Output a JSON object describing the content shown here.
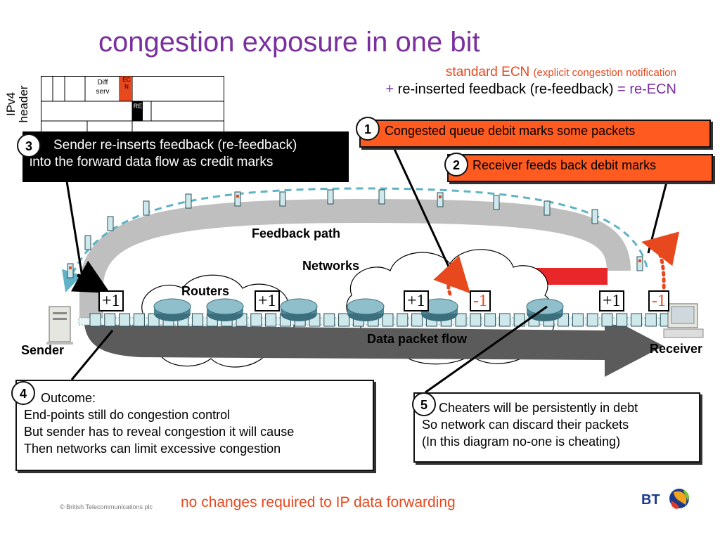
{
  "title": "congestion exposure in one bit",
  "subtitle": {
    "line1_main": "standard ECN",
    "line1_small": "(explicit congestion notification",
    "line2_plus": "+",
    "line2_text": "re-inserted feedback (re-feedback)",
    "line2_eq": "=",
    "line2_re": "re-ECN"
  },
  "ipv4": {
    "label_top": "IPv4",
    "label_bottom": "header",
    "diff": "Diff",
    "serv": "serv",
    "ecn": "ECN",
    "re": "RE"
  },
  "callouts": {
    "c1": {
      "num": "1",
      "text": "Congested queue debit marks some packets"
    },
    "c2": {
      "num": "2",
      "text": "Receiver feeds back debit marks"
    },
    "c3": {
      "num": "3",
      "line1": "Sender re-inserts feedback (re-feedback)",
      "line2": "into the forward data flow as credit marks"
    },
    "c4": {
      "num": "4",
      "line1": "Outcome:",
      "line2": "End-points still do congestion control",
      "line3": "But sender has to reveal congestion it will cause",
      "line4": "Then networks can limit excessive congestion"
    },
    "c5": {
      "num": "5",
      "line1": "Cheaters will be persistently in debt",
      "line2": "So network can discard their packets",
      "line3": "(In this diagram no-one is cheating)"
    }
  },
  "labels": {
    "feedback_path": "Feedback path",
    "networks": "Networks",
    "routers": "Routers",
    "data_flow": "Data packet flow",
    "sender": "Sender",
    "receiver": "Receiver"
  },
  "balances": [
    "+1",
    "+1",
    "+1",
    "-1",
    "+1",
    "-1"
  ],
  "footer": "no changes required to IP data forwarding",
  "copyright": "© British Telecommunications plc",
  "logo": "BT",
  "colors": {
    "title": "#7a2f9e",
    "accent_red": "#ff5a1f",
    "debit_red": "#e8481e",
    "packet": "#cfe8ec",
    "feedback_dash": "#5fb3c4",
    "router": "#4f8a9a",
    "bt_blue": "#1a3a8c"
  }
}
